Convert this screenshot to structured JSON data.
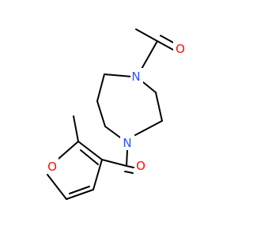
{
  "molecule": {
    "atom_labels": {
      "n1": "N",
      "n2": "N",
      "o_acetyl": "O",
      "o_amide": "O",
      "o_furan": "O"
    },
    "colors": {
      "bond": "#000000",
      "nitrogen": "#3050F8",
      "oxygen": "#FF0D0D",
      "background": "#FFFFFF"
    }
  }
}
